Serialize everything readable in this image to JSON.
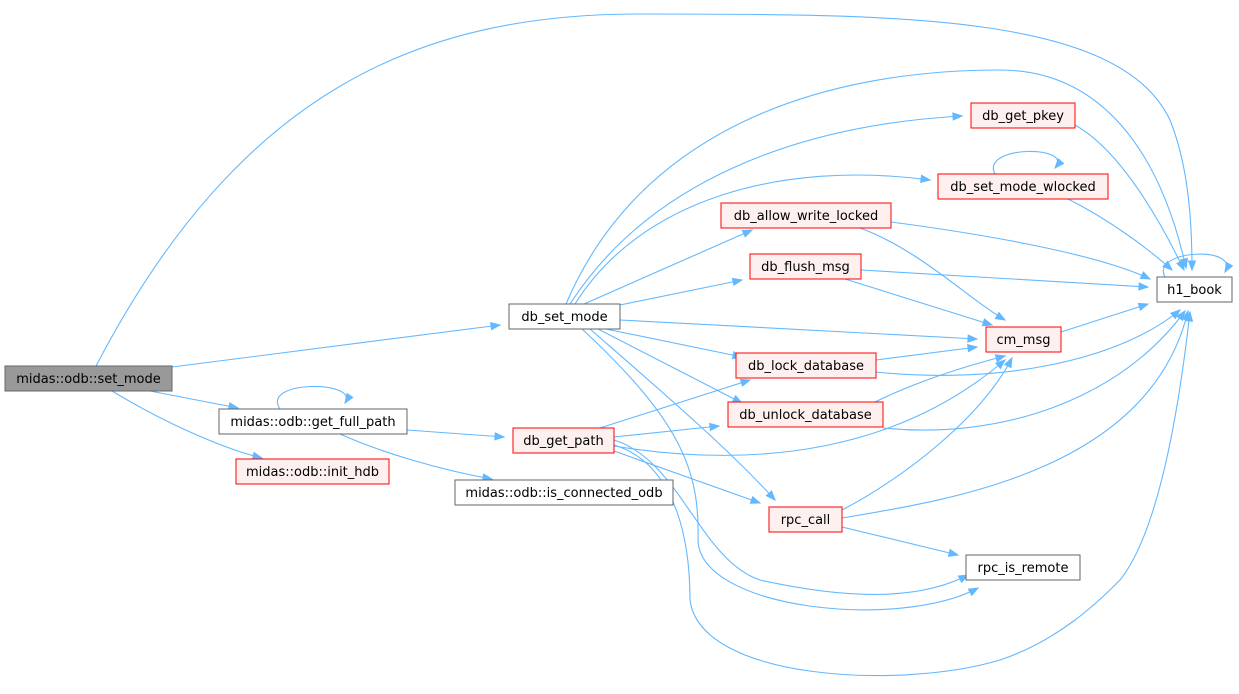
{
  "colors": {
    "edge": "#63b8ff",
    "root_fill": "#999999",
    "root_stroke": "#666666",
    "normal_fill": "#ffffff",
    "normal_stroke": "#666666",
    "highlight_fill": "#fff0f0",
    "highlight_stroke": "#ff0000",
    "text": "#000000"
  },
  "nodes": {
    "set_mode": {
      "label": "midas::odb::set_mode",
      "style": "root"
    },
    "db_set_mode": {
      "label": "db_set_mode",
      "style": "normal"
    },
    "get_full_path": {
      "label": "midas::odb::get_full_path",
      "style": "normal"
    },
    "init_hdb": {
      "label": "midas::odb::init_hdb",
      "style": "highlight"
    },
    "db_get_path": {
      "label": "db_get_path",
      "style": "highlight"
    },
    "is_connected_odb": {
      "label": "midas::odb::is_connected_odb",
      "style": "normal"
    },
    "db_get_pkey": {
      "label": "db_get_pkey",
      "style": "highlight"
    },
    "db_set_mode_wlocked": {
      "label": "db_set_mode_wlocked",
      "style": "highlight"
    },
    "db_allow_write_locked": {
      "label": "db_allow_write_locked",
      "style": "highlight"
    },
    "db_flush_msg": {
      "label": "db_flush_msg",
      "style": "highlight"
    },
    "db_lock_database": {
      "label": "db_lock_database",
      "style": "highlight"
    },
    "db_unlock_database": {
      "label": "db_unlock_database",
      "style": "highlight"
    },
    "rpc_call": {
      "label": "rpc_call",
      "style": "highlight"
    },
    "cm_msg": {
      "label": "cm_msg",
      "style": "highlight"
    },
    "h1_book": {
      "label": "h1_book",
      "style": "normal"
    },
    "rpc_is_remote": {
      "label": "rpc_is_remote",
      "style": "normal"
    }
  },
  "edges": [
    {
      "from": "set_mode",
      "to": "h1_book"
    },
    {
      "from": "set_mode",
      "to": "db_set_mode"
    },
    {
      "from": "set_mode",
      "to": "get_full_path"
    },
    {
      "from": "set_mode",
      "to": "init_hdb"
    },
    {
      "from": "get_full_path",
      "to": "get_full_path"
    },
    {
      "from": "get_full_path",
      "to": "db_get_path"
    },
    {
      "from": "get_full_path",
      "to": "is_connected_odb"
    },
    {
      "from": "db_set_mode",
      "to": "db_get_pkey"
    },
    {
      "from": "db_set_mode",
      "to": "db_set_mode_wlocked"
    },
    {
      "from": "db_set_mode",
      "to": "db_allow_write_locked"
    },
    {
      "from": "db_set_mode",
      "to": "db_flush_msg"
    },
    {
      "from": "db_set_mode",
      "to": "cm_msg"
    },
    {
      "from": "db_set_mode",
      "to": "db_lock_database"
    },
    {
      "from": "db_set_mode",
      "to": "db_unlock_database"
    },
    {
      "from": "db_set_mode",
      "to": "h1_book"
    },
    {
      "from": "db_set_mode",
      "to": "rpc_call"
    },
    {
      "from": "db_set_mode",
      "to": "rpc_is_remote"
    },
    {
      "from": "db_get_path",
      "to": "db_lock_database"
    },
    {
      "from": "db_get_path",
      "to": "db_unlock_database"
    },
    {
      "from": "db_get_path",
      "to": "cm_msg"
    },
    {
      "from": "db_get_path",
      "to": "rpc_call"
    },
    {
      "from": "db_get_path",
      "to": "rpc_is_remote"
    },
    {
      "from": "db_get_path",
      "to": "h1_book"
    },
    {
      "from": "db_get_pkey",
      "to": "h1_book"
    },
    {
      "from": "db_set_mode_wlocked",
      "to": "db_set_mode_wlocked"
    },
    {
      "from": "db_set_mode_wlocked",
      "to": "h1_book"
    },
    {
      "from": "db_allow_write_locked",
      "to": "cm_msg"
    },
    {
      "from": "db_allow_write_locked",
      "to": "h1_book"
    },
    {
      "from": "db_flush_msg",
      "to": "cm_msg"
    },
    {
      "from": "db_flush_msg",
      "to": "h1_book"
    },
    {
      "from": "db_lock_database",
      "to": "cm_msg"
    },
    {
      "from": "db_lock_database",
      "to": "h1_book"
    },
    {
      "from": "db_unlock_database",
      "to": "cm_msg"
    },
    {
      "from": "db_unlock_database",
      "to": "h1_book"
    },
    {
      "from": "rpc_call",
      "to": "cm_msg"
    },
    {
      "from": "rpc_call",
      "to": "h1_book"
    },
    {
      "from": "rpc_call",
      "to": "rpc_is_remote"
    },
    {
      "from": "cm_msg",
      "to": "h1_book"
    },
    {
      "from": "h1_book",
      "to": "h1_book"
    }
  ]
}
